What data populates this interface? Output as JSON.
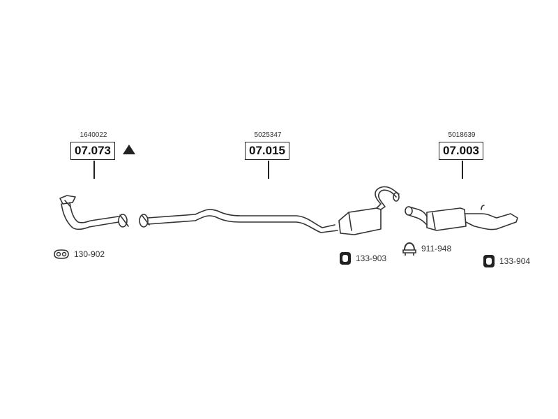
{
  "parts": [
    {
      "ref": "1640022",
      "code": "07.073"
    },
    {
      "ref": "5025347",
      "code": "07.015"
    },
    {
      "ref": "5018639",
      "code": "07.003"
    }
  ],
  "accessories": [
    {
      "label": "130-902",
      "icon": "gasket-icon"
    },
    {
      "label": "133-903",
      "icon": "rubber-mount-icon"
    },
    {
      "label": "911-948",
      "icon": "clamp-icon"
    },
    {
      "label": "133-904",
      "icon": "rubber-mount-icon"
    }
  ]
}
